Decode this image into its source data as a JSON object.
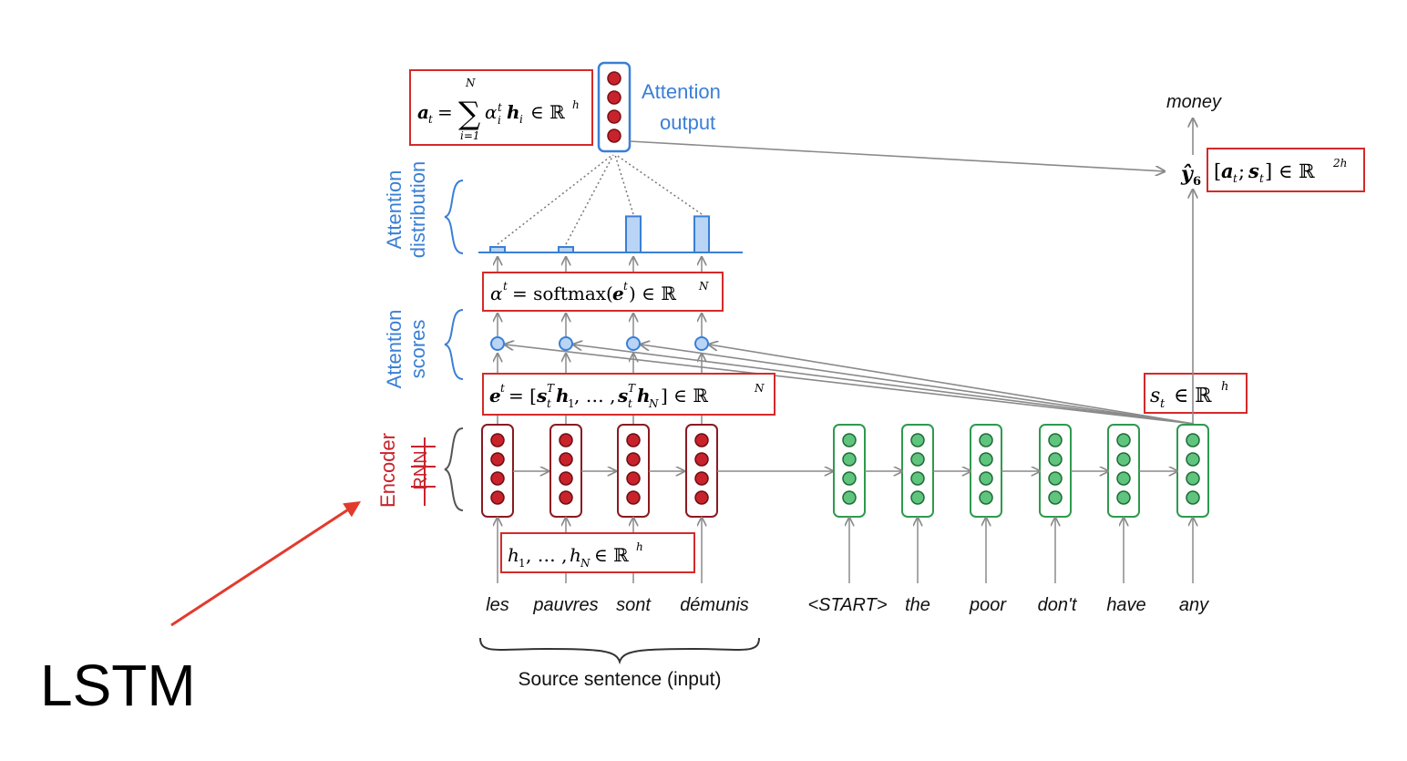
{
  "colors": {
    "encoder_red": "#c8232c",
    "decoder_green": "#2e9a4e",
    "attention_blue": "#3a7fd5",
    "box_red": "#d42a2a",
    "arrow_gray": "#8a8a8a",
    "annotation_red": "#e23b2e"
  },
  "labels": {
    "attention_output_line1": "Attention",
    "attention_output_line2": "output",
    "attention_distribution_line1": "Attention",
    "attention_distribution_line2": "distribution",
    "attention_scores_line1": "Attention",
    "attention_scores_line2": "scores",
    "encoder_line1": "Encoder",
    "encoder_line2": "RNN",
    "source_sentence": "Source sentence (input)",
    "output_word": "money",
    "annotation": "LSTM"
  },
  "formulas": {
    "attention_output": "a_t = Σ_{i=1}^{N} α_i^t h_i ∈ ℝ^h",
    "decoder_concat": "[a_t; s_t] ∈ ℝ^{2h}",
    "y_hat": "ŷ_6",
    "softmax": "α^t = softmax(e^t) ∈ ℝ^N",
    "scores": "e^t = [s_t^T h_1, …, s_t^T h_N] ∈ ℝ^N",
    "decoder_state": "s_t ∈ ℝ^h",
    "encoder_states": "h_1, …, h_N ∈ ℝ^h"
  },
  "source_words": [
    "les",
    "pauvres",
    "sont",
    "démunis"
  ],
  "target_words": [
    "<START>",
    "the",
    "poor",
    "don't",
    "have",
    "any"
  ],
  "attention_weights": [
    0.08,
    0.08,
    0.55,
    0.55
  ]
}
